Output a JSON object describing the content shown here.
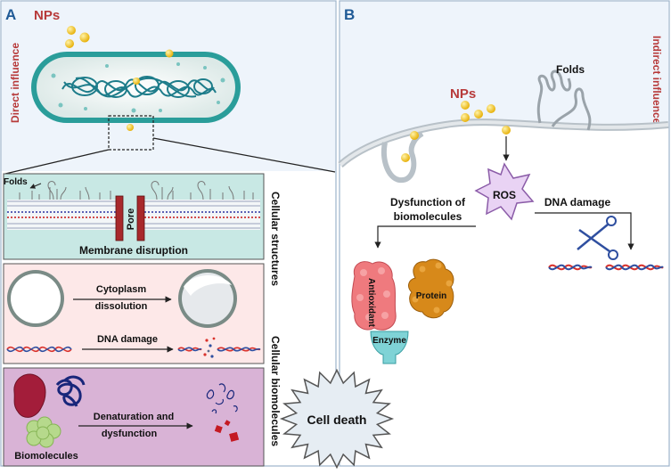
{
  "panel_a": {
    "letter": "A",
    "side_label": "Direct influence",
    "nps_label": "NPs",
    "structures_section": {
      "folds_label": "Folds",
      "pore_label": "Pore",
      "caption": "Membrane disruption",
      "side_label": "Cellular structures"
    },
    "cytoplasm_label_line1": "Cytoplasm",
    "cytoplasm_label_line2": "dissolution",
    "dna_damage_label": "DNA damage",
    "biomolecules_section": {
      "biomolecules_label": "Biomolecules",
      "denaturation_line1": "Denaturation and",
      "denaturation_line2": "dysfunction",
      "side_label": "Cellular biomolecules"
    }
  },
  "cell_death_label": "Cell death",
  "panel_b": {
    "letter": "B",
    "side_label": "Indirect influence",
    "nps_label": "NPs",
    "folds_label": "Folds",
    "ros_label": "ROS",
    "dysfunction_line1": "Dysfunction of",
    "dysfunction_line2": "biomolecules",
    "dna_damage_label": "DNA damage",
    "antioxidant_label": "Antioxidant",
    "protein_label": "Protein",
    "enzyme_label": "Enzyme"
  },
  "colors": {
    "panel_border": "#9db4cc",
    "letter": "#1f5a96",
    "red_label": "#b73a3a",
    "teal": "#2a9d9a",
    "nanoparticle": "#f2c21b",
    "membrane_box": "#c8e8e4",
    "cytoplasm_box": "#fde8e8",
    "biomolecule_box": "#d9b3d6",
    "dna_red": "#d9322c",
    "dna_blue": "#2f4fa0"
  }
}
